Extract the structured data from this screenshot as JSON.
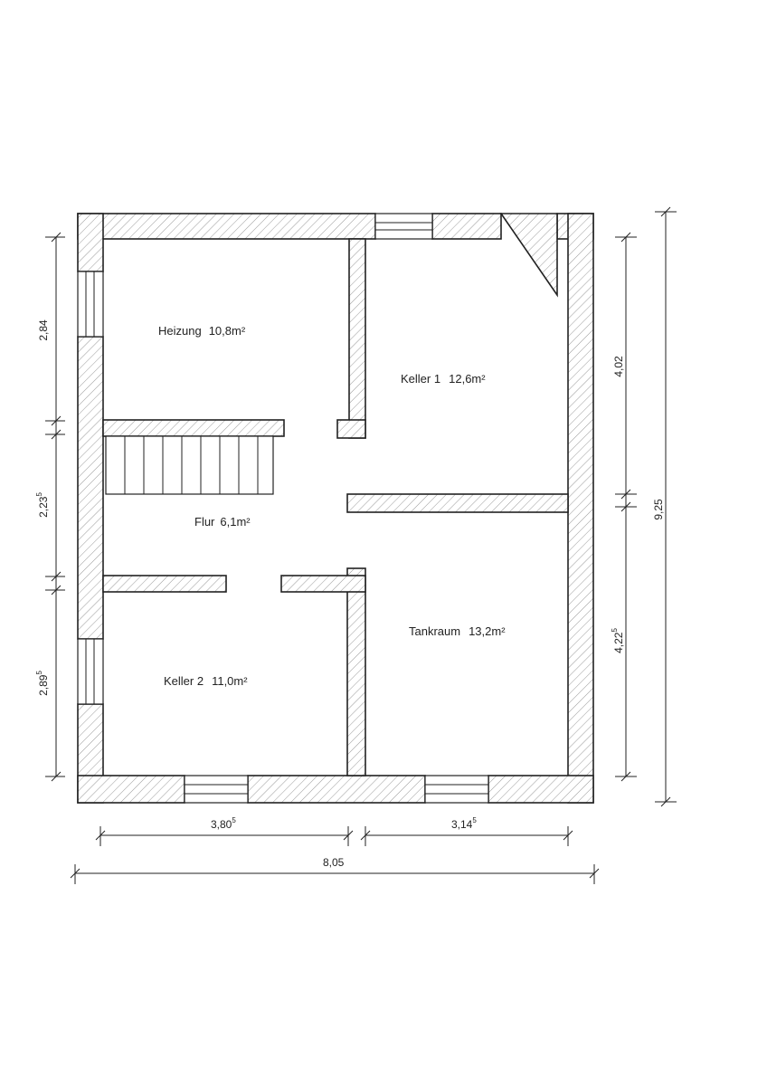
{
  "rooms": {
    "heizung": {
      "name": "Heizung",
      "area": "10,8m²"
    },
    "keller1": {
      "name": "Keller 1",
      "area": "12,6m²"
    },
    "flur": {
      "name": "Flur",
      "area": "6,1m²"
    },
    "keller2": {
      "name": "Keller 2",
      "area": "11,0m²"
    },
    "tankraum": {
      "name": "Tankraum",
      "area": "13,2m²"
    }
  },
  "dimensions": {
    "bottom_left": {
      "main": "3,80",
      "sup": "5"
    },
    "bottom_right": {
      "main": "3,14",
      "sup": "5"
    },
    "bottom_total": {
      "main": "8,05",
      "sup": ""
    },
    "left_top": {
      "main": "2,84",
      "sup": ""
    },
    "left_mid": {
      "main": "2,23",
      "sup": "5"
    },
    "left_bottom": {
      "main": "2,89",
      "sup": "5"
    },
    "right_top": {
      "main": "4,02",
      "sup": ""
    },
    "right_bottom": {
      "main": "4,22",
      "sup": "5"
    },
    "right_total": {
      "main": "9,25",
      "sup": ""
    }
  }
}
